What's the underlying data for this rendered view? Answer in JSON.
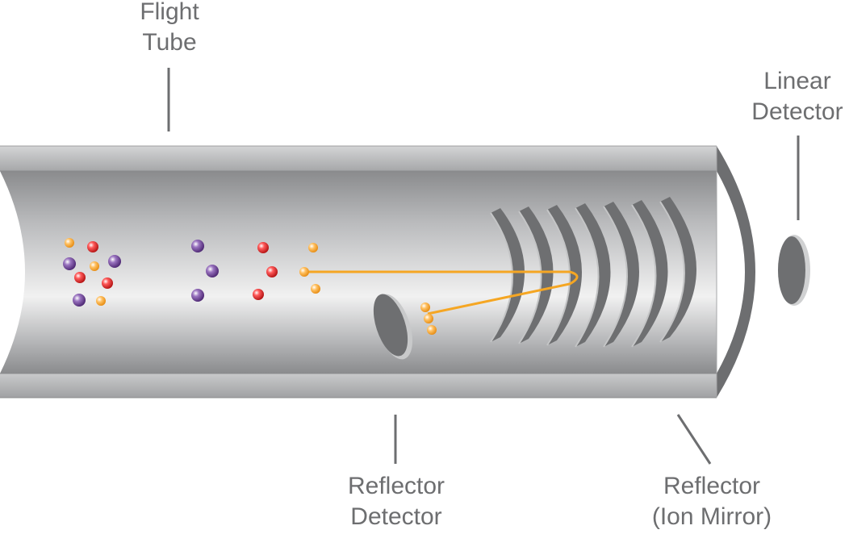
{
  "labels": {
    "flight_tube": [
      "Flight",
      "Tube"
    ],
    "linear_detector": [
      "Linear",
      "Detector"
    ],
    "reflector_detector": [
      "Reflector",
      "Detector"
    ],
    "reflector_ion_mirror": [
      "Reflector",
      "(Ion Mirror)"
    ]
  },
  "colors": {
    "label_text": "#6d6e70",
    "leader_line": "#6d6e70",
    "tube_light": "#f2f2f2",
    "tube_dark": "#8e8f91",
    "ion_purple": "#6a3d8f",
    "ion_red": "#e02a2a",
    "ion_orange": "#f6a623",
    "ion_path": "#f5a623"
  },
  "icons": {
    "ion": "sphere",
    "detector": "disc",
    "mirror_ring": "curved-plate"
  }
}
